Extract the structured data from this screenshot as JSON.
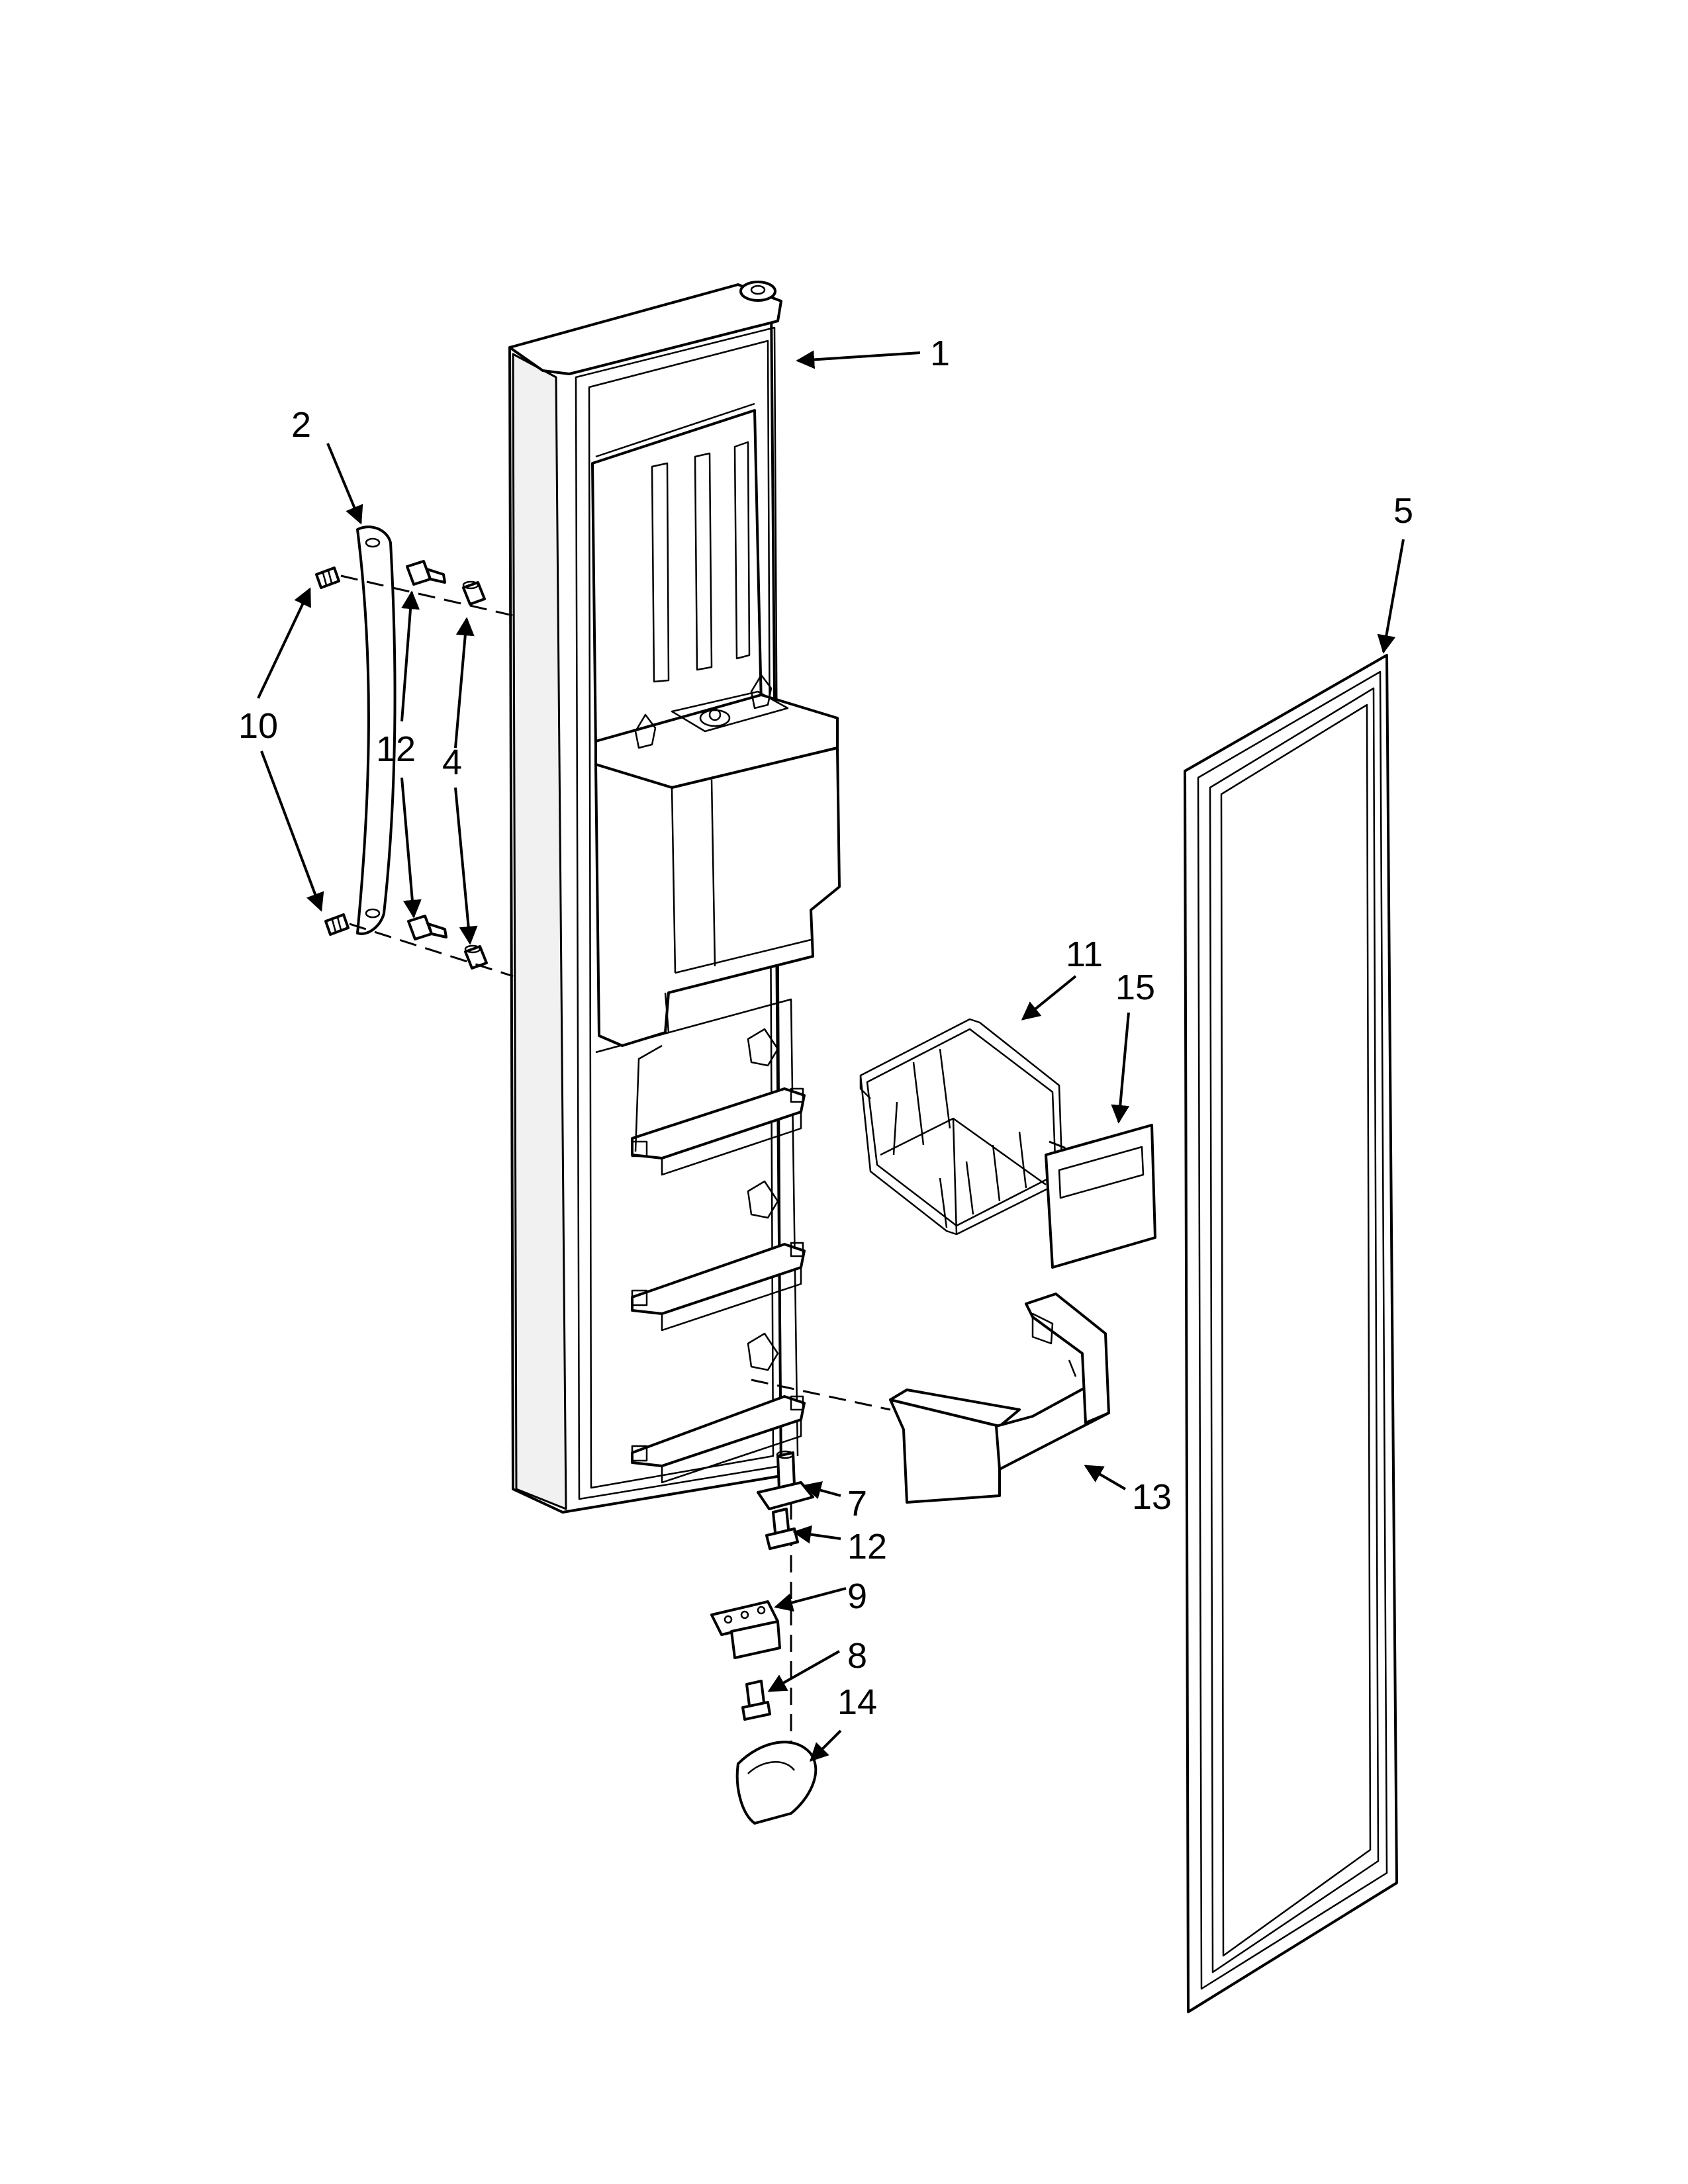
{
  "callouts": [
    {
      "id": "1",
      "text": "1"
    },
    {
      "id": "2",
      "text": "2"
    },
    {
      "id": "4",
      "text": "4"
    },
    {
      "id": "5",
      "text": "5"
    },
    {
      "id": "7",
      "text": "7"
    },
    {
      "id": "8",
      "text": "8"
    },
    {
      "id": "9",
      "text": "9"
    },
    {
      "id": "10",
      "text": "10"
    },
    {
      "id": "11",
      "text": "11"
    },
    {
      "id": "12a",
      "text": "12"
    },
    {
      "id": "12b",
      "text": "12"
    },
    {
      "id": "13",
      "text": "13"
    },
    {
      "id": "14",
      "text": "14"
    },
    {
      "id": "15",
      "text": "15"
    }
  ]
}
